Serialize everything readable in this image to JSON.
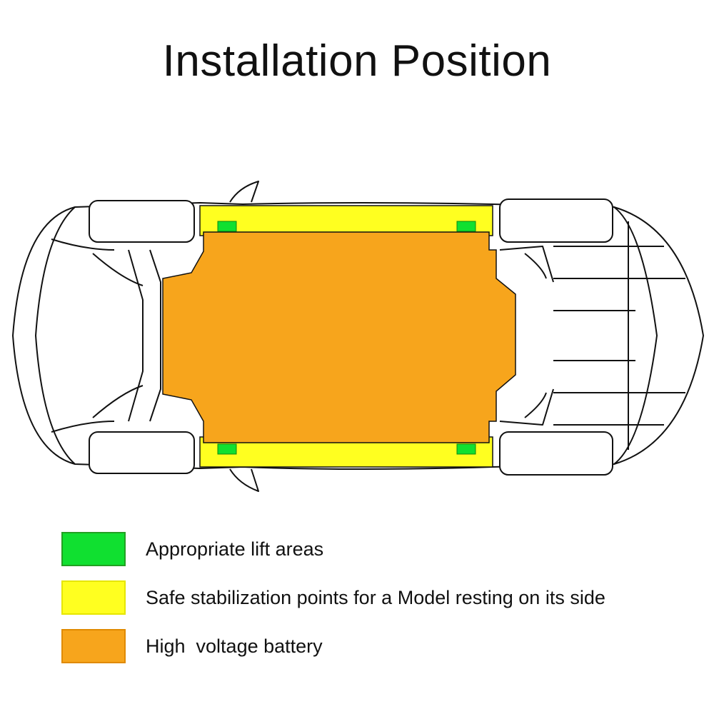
{
  "title": "Installation Position",
  "colors": {
    "lift": "#10e030",
    "stabilization": "#ffff20",
    "battery": "#f7a51c",
    "outline": "#111111"
  },
  "legend": [
    {
      "label": "Appropriate lift areas",
      "color": "#10e030",
      "border": "#22a022"
    },
    {
      "label": "Safe stabilization points for a Model resting on its side",
      "color": "#ffff20",
      "border": "#e6e600"
    },
    {
      "label": "High  voltage battery",
      "color": "#f7a51c",
      "border": "#e08a00"
    }
  ]
}
